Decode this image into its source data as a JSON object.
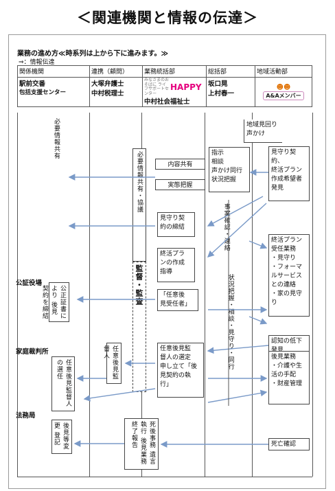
{
  "page_title": "＜関連機関と情報の伝達＞",
  "doc": {
    "heading": "業務の進め方≪時系列は上から下に進みます。≫",
    "legend": "⇒：情報伝達",
    "columns": [
      "関係機関",
      "連携（顧問）",
      "業務統括部",
      "総括部",
      "地域活動部"
    ],
    "row": {
      "col1_line1": "駅前交番",
      "col1_line2": "包括支援センター",
      "col2_line1": "大塚弁護士",
      "col2_line2": "中村税理士",
      "col3_logo_small": "みなさまのおそばに ライフサポートセンター",
      "col3_logo_big": "HAPPY",
      "col3_name": "中村社会福祉士",
      "col4_line1": "坂口晃",
      "col4_line2": "上村春一",
      "col5_badge": "A&Aメンバー"
    },
    "flow": {
      "hitsuyou_kyouyuu": "必要情報共有",
      "center_vertical": "必要情報共有・協議",
      "kantoku_kansa": "監督・監査",
      "chiiki_mimawari": "地域見回り\n声かけ",
      "shiji": "指示\n相談\n声かけ同行\n状況把握",
      "naiyou_kyouyuu": "内容共有",
      "jittai_haaku": "実態把握",
      "mimamori_keiyaku_kibou": "見守り契約、\n終活プラン\n作成希望者\n発見",
      "jirei_kakunin": "事案確認・連絡",
      "mimamori_teiketsu": "見守り契\n約の締結",
      "shukatsu_sakusei": "終活プラ\nンの作成\n指導",
      "shukatsu_jukou": "終活プラン\n受任業務\n・見守り\n・フォーマ\nルサービス\nとの連絡\n・家の見守\nり",
      "org_koushou": "公証役場",
      "koushou_left": "後見契約を締結",
      "koushou_right": "公正証書により",
      "nin_i_koukennin": "「任意後\n見受任者」",
      "joukyou_haaku": "状況把握・相談・見守り・同行",
      "ninchi_teika": "認知の低下\n発見",
      "org_katei": "家庭裁判所",
      "katei_left": "任意後見監督人",
      "katei_right": "の選任",
      "koukennin_kantokunin": "任意後見監督人",
      "kantokunin_sentei": "任意後見監\n督人の選定\n申し立て「後\n見契約の執\n行」",
      "kouken_gyoumu": "後見業務\n・介護や生\n活の手配\n・財産管理",
      "org_houmu": "法務局",
      "houmu_left": "登記",
      "houmu_right": "後見等変更",
      "shiigo_left": "後見業務終了報告",
      "shiigo_mid": "遺言執行",
      "shiigo_right": "死後事務",
      "shibou_kakunin": "死亡確認"
    }
  }
}
